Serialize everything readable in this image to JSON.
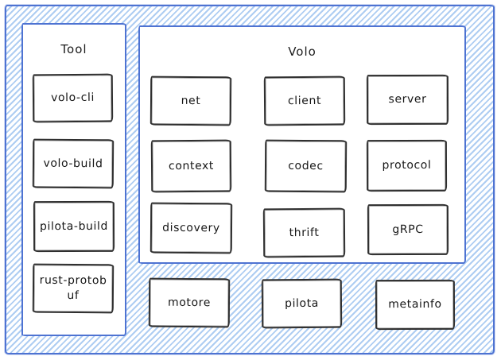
{
  "tool": {
    "title": "Tool",
    "items": [
      "volo-cli",
      "volo-build",
      "pilota-build",
      "rust-protobuf"
    ]
  },
  "volo": {
    "title": "Volo",
    "items": [
      "net",
      "client",
      "server",
      "context",
      "codec",
      "protocol",
      "discovery",
      "thrift",
      "gRPC"
    ]
  },
  "bottom": {
    "items": [
      "motore",
      "pilota",
      "metainfo"
    ]
  },
  "colors": {
    "container_border": "#4e73d2",
    "hatch_fill": "#aecdf2",
    "node_border": "#2f2f2f",
    "text": "#1c1c1c",
    "background": "#ffffff"
  }
}
